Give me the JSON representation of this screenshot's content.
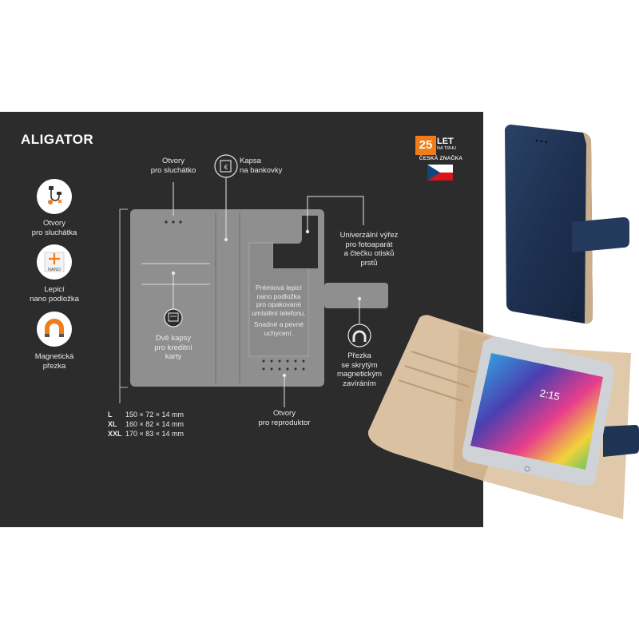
{
  "brand": {
    "logo_text": "ALIGATOR"
  },
  "badge": {
    "number": "25",
    "let": "LET",
    "na_trhu": "NA TRHU",
    "subtitle": "ČESKÁ ZNAČKA"
  },
  "features": [
    {
      "label_line1": "Otvory",
      "label_line2": "pro sluchátka",
      "icon": "headphones-icon"
    },
    {
      "label_line1": "Lepicí",
      "label_line2": "nano podložka",
      "icon": "nano-pad-icon",
      "tag": "NANO"
    },
    {
      "label_line1": "Magnetická",
      "label_line2": "přezka",
      "icon": "magnet-icon"
    }
  ],
  "callouts": {
    "earpiece_holes": {
      "line1": "Otvory",
      "line2": "pro sluchátko"
    },
    "banknote_pocket": {
      "line1": "Kapsa",
      "line2": "na bankovky"
    },
    "camera_cutout": {
      "line1": "Univerzální výřez",
      "line2": "pro fotoaparát",
      "line3": "a čtečku otisků",
      "line4": "prstů"
    },
    "card_pockets": {
      "line1": "Dvě kapsy",
      "line2": "pro kreditní",
      "line3": "karty"
    },
    "nano_pad": {
      "line1": "Prémiová lepicí",
      "line2": "nano podložka",
      "line3": "pro opakované",
      "line4": "umístění telefonu.",
      "line5": "Snadné a pevné",
      "line6": "uchycení."
    },
    "clasp": {
      "line1": "Přezka",
      "line2": "se skrytým",
      "line3": "magnetickým",
      "line4": "zavíráním"
    },
    "speaker_holes": {
      "line1": "Otvory",
      "line2": "pro reproduktor"
    }
  },
  "dimensions": [
    {
      "size": "L",
      "value": "150 × 72 × 14 mm"
    },
    {
      "size": "XL",
      "value": "160 × 82 × 14 mm"
    },
    {
      "size": "XXL",
      "value": "170 × 83 × 14 mm"
    }
  ],
  "phone_screen": {
    "time": "2:15"
  },
  "colors": {
    "panel": "#2c2c2d",
    "accent": "#f07d1a",
    "case_blue": "#1f3352",
    "interior_beige": "#d8bf9f",
    "diagram_gray": "#8d8d8d"
  }
}
